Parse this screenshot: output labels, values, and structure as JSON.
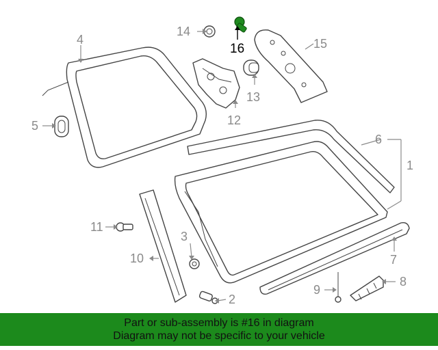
{
  "callouts": {
    "c1": "1",
    "c2": "2",
    "c3": "3",
    "c4": "4",
    "c5": "5",
    "c6": "6",
    "c7": "7",
    "c8": "8",
    "c9": "9",
    "c10": "10",
    "c11": "11",
    "c12": "12",
    "c13": "13",
    "c14": "14",
    "c15": "15",
    "c16": "16"
  },
  "highlight_color": "#1f8a1f",
  "footer": {
    "line1": "Part or sub-assembly is #16 in diagram",
    "line2": "Diagram may not be specific to your vehicle",
    "background": "#1c8a1c"
  }
}
